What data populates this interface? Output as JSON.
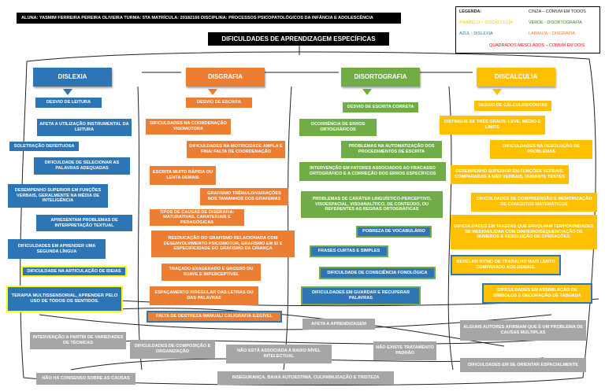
{
  "header": {
    "student_line": "ALUNA: YASMIM FERREIRA PEREIRA OLIVEIRA   TURMA: 5TA   MATRÍCULA: 20182166   DISCIPLINA: PROCESSOS PSICOPATOLÓGICOS DA INFÂNCIA E ADOLESCÊNCIA",
    "title": "DIFICULDADES DE APRENDIZAGEM ESPECÍFICAS"
  },
  "legend": {
    "title": "LEGENDA:",
    "gray": "CINZA – COMUM EM TODOS",
    "yellow": "AMARELO – DISCALCULIA",
    "green": "VERDE - DISORTOGRAFIA",
    "blue": "AZUL - DISLEXIA",
    "orange": "LARANJA – DISGRAFIA",
    "mixed": "QUADRADOS MESCLADOS – COMUM EM DOIS",
    "colors": {
      "gray": "#a6a6a6",
      "yellow": "#ffff00",
      "green": "#70ad47",
      "blue": "#2e75b6",
      "orange": "#ed7d31",
      "red": "#ff0000"
    }
  },
  "columns": {
    "dislexia": {
      "header": "DISLEXIA",
      "items": [
        "DESVIO DE LEITURA",
        "AFETA A UTILIZAÇÃO INSTRUMENTAL DA LEITURA",
        "SOLETRAÇÃO DEFEITUOSA",
        "DIFICULDADE DE SELECIONAR AS PALAVRAS ADEQUADAS",
        "DESEMPENHO SUPERIOR EM FUNÇÕES VERBAIS, GERALMENTE NA MÉDIA DE INTELIGÊNCIA",
        "APRESENTAM PROBLEMAS DE INTERPRETAÇÃO TEXTUAL",
        "DIFICULDADES EM APRENDER UMA SEGUNDA LÍNGUA",
        "DIFICULDADE NA ARTICULAÇÃO DE IDEIAS",
        "TERAPIA MULTISSENSORIAL, APRENDER PELO USO DE TODOS OS SENTIDOS."
      ]
    },
    "disgrafia": {
      "header": "DISGRAFIA",
      "items": [
        "DESVIO DE ESCRITA",
        "DIFICULDADES NA COORDENAÇÃO VISOMOTORA",
        "DIFICULDADES NA MOTRICIDADE AMPLA E FINA/ FALTA DE COORDENAÇÃO",
        "ESCRITA MUITO RÁPIDA OU LENTA DEMAIS",
        "GRAFISMO TRÊMULO/VARIAÇÕES NOS TAMANHOS DOS GRAFEMAS",
        "TIPOS DE CAUSAS DE DISGRAFIA: MATURATIVAS, CARATERIAIS E PEDAGÓGICAS",
        "REEDUCAÇÃO DO GRAFISMO RELACIONADA COM DESENVOLVIMENTO PSICOMOTOR, GRAFISMO EM SI E ESPECIFICIDADE DO GRAFISMO DA CRIANÇA",
        "TRAÇADO EXAGERADO E GROSSO OU SUAVE E IMPERCEPTÍVEL",
        "ESPAÇAMENTO IRREGULAR DAS LETRAS OU DAS PALAVRAS",
        "FALTA DE DESTREZA MANUAL/ CALIGRAFIA ILEGÍVEL"
      ]
    },
    "disortografia": {
      "header": "DISORTOGRAFIA",
      "items": [
        "DESVIO DE ESCRITA CORRETA",
        "OCORRÊNCIA DE ERROS ORTOGRÁFICOS",
        "PROBLEMAS NA AUTOMATIZAÇÃO DOS PROCEDIMENTOS DE ESCRITA",
        "INTERVENÇÃO EM FATORES ASSOCIADOS AO FRACASSO ORTOGRÁFICO E A CORREÇÃO DOS ERROS ESPECÍFICOS",
        "PROBLEMAS DE CARÁTER LINGUÍSTICO-PERCEPTIVO, VISOESPACIAL, VISOANALÍTICO, DE CONTEÚDO, OU REFERENTES AS REGRAS ORTOGRÁFICAS",
        "POBREZA DE VOCABULÁRIO",
        "FRASES CURTAS E SIMPLES",
        "DIFICULDADE DE CONSCIÊNCIA FONOLÓGICA",
        "DIFICULDADES EM GUARDAR E RECUPERAR PALAVRAS"
      ]
    },
    "discalculia": {
      "header": "DISCALCULIA",
      "items": [
        "DESVIO DE CÁLCULOS/CONTAS",
        "DISTINGUE-SE TRÊS GRAUS: LEVE, MÉDIO E LIMITE",
        "DIFICULDADES NA RESOLUÇÃO DE PROBLEMAS",
        "DESEMPENHO SUPERIOR EM FUNÇÕES VERBAIS, COMPARADAS A NÃO VERBAIS, DURANTE TESTES",
        "DIFICULDADES DE COMPREENSÃO E MEMORIZAÇÃO DE CONCEITOS MATEMÁTICOS",
        "DIFICULDADES EM TAREFAS QUE ENVOLVAM TEMPO/UNIDADES DE MEDIDA/LIDAR COM DINHEIRO/SEQUENCIAÇÃO DE NÚMEROS E RESOLUÇÃO DE OPERAÇÕES.",
        "REVELAM RITMO DE TRABALHO MAIS LENTO COMPARADO AOS DEMAIS.",
        "DIFICULDADES EM ASSIMILAÇÃO DE SÍMBOLOS E DECORAÇÃO DE TABUADA"
      ]
    }
  },
  "common": [
    "AFETA A APRENDIZAGEM",
    "ALGUNS AUTORES AFIRMAM QUE É UM PROBLEMA DE CAUSAS MÚLTIPLAS",
    "INTERVENÇÃO A PARTIR DE VARIEDADES DE TÉCNICAS",
    "DIFICULDADES DE COMPOSIÇÃO E ORGANIZAÇÃO",
    "NÃO ESTÁ ASSOCIADA A BAIXO NÍVEL INTELECTUAL",
    "NÃO EXISTE TRATAMENTO PADRÃO",
    "DIFICULDADES EM SE ORIENTAR ESPACIALMENTE",
    "NÃO HÁ CONSENSO SOBRE AS CAUSAS",
    "INSEGURANÇA, BAIXA AUTOESTIMA, CULPABILIZAÇÃO E TRISTEZA"
  ]
}
